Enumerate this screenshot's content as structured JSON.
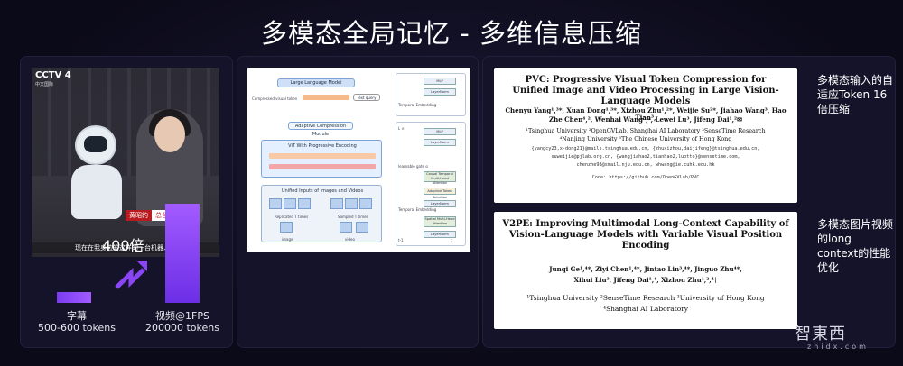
{
  "title": "多模态全局记忆 - 多维信息压缩",
  "left_panel": {
    "video": {
      "channel_logo": "CCTV 4",
      "channel_sub": "中文国际",
      "name_tag_name": "黄昭豹",
      "name_tag_role": "总台记者",
      "caption": "现在在我身边的这样的一台机器人呢"
    },
    "multiplier": "400倍",
    "bars": [
      {
        "name": "字幕",
        "tokens": "500-600 tokens"
      },
      {
        "name": "视频@1FPS",
        "tokens": "200000 tokens"
      }
    ],
    "colors": {
      "bar": "#8a45f5"
    }
  },
  "diagram": {
    "llm": "Large Language Model",
    "compressed": "Compressed visual token",
    "text_query": "Text query",
    "acm": "Adaptive Compression Module",
    "vit": "ViT With Progressive Encoding",
    "inputs": "Unified Inputs of Images and Videos",
    "replicated": "Replicated T times",
    "sampled": "Sampled T times",
    "image": "image",
    "video": "video",
    "tpe": "Temporal Embedding",
    "mlp": "MLP",
    "layernorm": "LayerNorm",
    "adaptive": "Adaptive Token Selection",
    "cross_attn": "Causal Temporal Multi-Head Attention",
    "spatial": "Spatial Multi-Head Attention",
    "learnable_gate": "learnable gate α",
    "l_times": "L ×",
    "t1": "t-1",
    "t": "t"
  },
  "papers": [
    {
      "title_lines": [
        "PVC: Progressive Visual Token Compression for",
        "Unified Image and Video Processing in Large Vision-Language Models"
      ],
      "authors": [
        "Chenyu Yang¹,³*, Xuan Dong¹,³*, Xizhou Zhu¹,²*, Weijie Su²*, Jiahao Wang³, Hao Tian³,",
        "Zhe Chen⁴,², Wenhai Wang⁵,², Lewei Lu³, Jifeng Dai¹,²✉"
      ],
      "affiliations": [
        "¹Tsinghua University  ²OpenGVLab, Shanghai AI Laboratory  ³SenseTime Research",
        "⁴Nanjing University  ⁵The Chinese University of Hong Kong"
      ],
      "emails": [
        "{yangcy23,x-dong21}@mails.tsinghua.edu.cn, {zhuxizhou,daijifeng}@tsinghua.edu.cn,",
        "suweijie@pjlab.org.cn, {wangjiahao2,tianhao2,luotto}@sensetime.com,",
        "chenzhe98@smail.nju.edu.cn, whwang@ie.cuhk.edu.hk"
      ],
      "code": "Code: https://github.com/OpenGVLab/PVC",
      "note": "多模态输入的自适应Token 16倍压缩"
    },
    {
      "title_lines": [
        "V2PE: Improving Multimodal Long-Context Capability of",
        "Vision-Language Models with Variable Visual Position Encoding"
      ],
      "authors": [
        "Junqi Ge¹,⁴*, Ziyi Chen¹,⁴*, Jintao Lin³,⁴*, Jinguo Zhu⁴*,",
        "Xihui Liu³, Jifeng Dai¹,⁴, Xizhou Zhu¹,²,⁴†"
      ],
      "affiliations": [
        "¹Tsinghua University   ²SenseTime Research   ³University of Hong Kong",
        "⁴Shanghai AI Laboratory"
      ],
      "note": "多模态图片视频的long context的性能优化"
    }
  ],
  "watermark": {
    "main": "智東西",
    "sub": "zhidx.com"
  }
}
